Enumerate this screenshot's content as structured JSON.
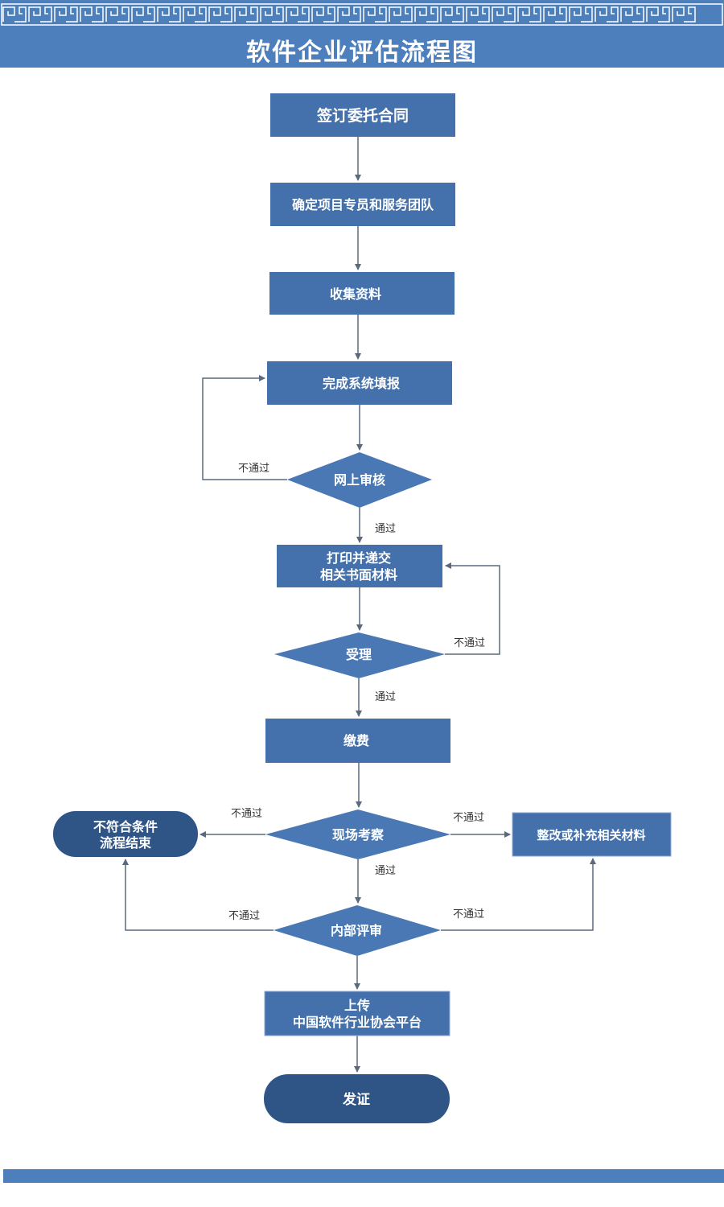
{
  "title": "软件企业评估流程图",
  "colors": {
    "header": "#4d7fbd",
    "box": "#4471ab",
    "diamond": "#4a78b4",
    "terminal": "#2f5587",
    "line": "#5a6a7c",
    "pattern": "#ffffff"
  },
  "nodes": {
    "sign_contract": "签订委托合同",
    "assign_team": "确定项目专员和服务团队",
    "collect_materials": "收集资料",
    "online_filing": "完成系统填报",
    "online_review": "网上审核",
    "print_submit": [
      "打印并递交",
      "相关书面材料"
    ],
    "acceptance": "受理",
    "payment": "缴费",
    "site_inspection": "现场考察",
    "not_eligible": [
      "不符合条件",
      "流程结束"
    ],
    "rectify": "整改或补充相关材料",
    "internal_review": "内部评审",
    "upload": [
      "上传",
      "中国软件行业协会平台"
    ],
    "certificate": "发证"
  },
  "edge_labels": {
    "review_fail": "不通过",
    "review_pass": "通过",
    "accept_fail": "不通过",
    "accept_pass": "通过",
    "site_fail_left": "不通过",
    "site_fail_right": "不通过",
    "site_pass": "通过",
    "internal_fail_left": "不通过",
    "internal_fail_right": "不通过"
  }
}
